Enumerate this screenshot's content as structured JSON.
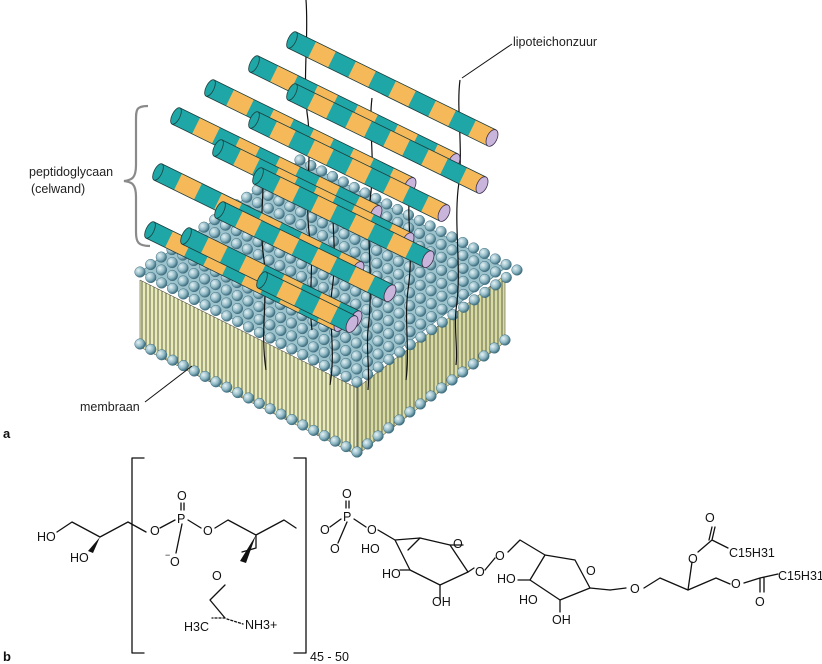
{
  "panel_a": {
    "panel_label": "a",
    "labels": {
      "lipoteichoic": "lipoteichonzuur",
      "peptidoglycan_line1": "peptidoglycaan",
      "peptidoglycan_line2": "(celwand)",
      "membrane": "membraan"
    },
    "colors": {
      "strand_teal": "#1fa6a6",
      "strand_orange": "#f6b95a",
      "strand_end": "#c9b5dc",
      "bead": "#8fb8c4",
      "bead_dark": "#3f6f80",
      "lipid_tail": "#e9ecb6",
      "bracket": "#8a8a8a"
    }
  },
  "panel_b": {
    "panel_label": "b",
    "atoms": {
      "HO_1": "HO",
      "HO_2": "HO",
      "O_anion_1": "O",
      "P_1": "P",
      "O_dbl_1": "O",
      "O_bridge_1": "O",
      "O_bridge_2": "O",
      "O_ester": "O",
      "CH3_group": "H3C",
      "NH3_group": "NH3+",
      "O_anion_2": "O",
      "P_2": "P",
      "O_dbl_2": "O",
      "O_link_1": "O",
      "HO_ring1": "HO",
      "O_ring1": "O",
      "HO_ring1b": "HO",
      "OH_ring1": "OH",
      "O_glyco": "O",
      "O_link_2": "O",
      "HO_ring2": "HO",
      "O_ring2": "O",
      "HO_ring2b": "HO",
      "OH_ring2": "OH",
      "O_link_3": "O",
      "O_acyl_1": "O",
      "O_acyl_dbl_1": "O",
      "C15H31_1": "C15H31",
      "O_acyl_2": "O",
      "O_acyl_dbl_2": "O",
      "C15H31_2": "C15H31"
    },
    "repeat_count": "45 - 50"
  }
}
